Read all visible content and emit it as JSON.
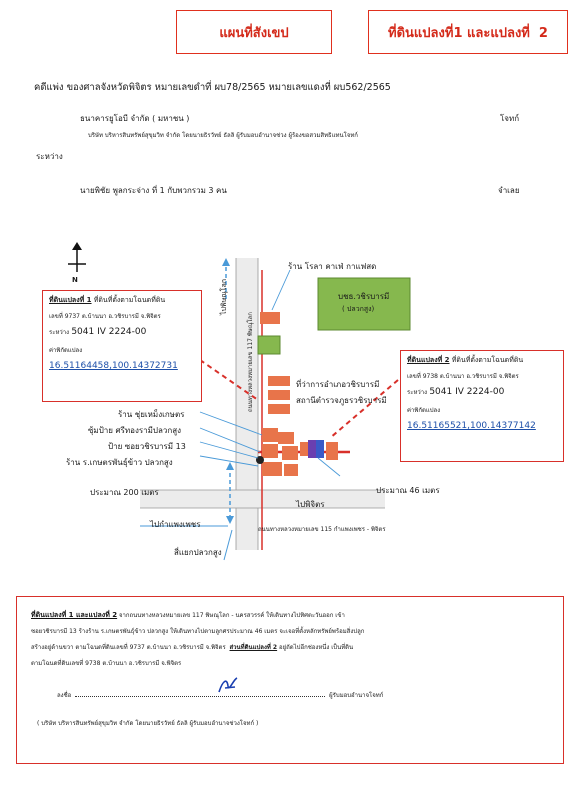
{
  "header": {
    "title_left": "แผนที่สังเขป",
    "title_right_pre": "ที่ดินแปลงที่",
    "title_right_n1": "1",
    "title_right_mid": "และแปลงที่",
    "title_right_n2": "2"
  },
  "case": {
    "line": "คดีแพ่ง  ของศาลจังหวัดพิจิตร  หมายเลขดำที่ ผบ78/2565  หมายเลขแดงที่ ผบ562/2565",
    "plaintiff_name": "ธนาคารยูโอบี  จำกัด  ( มหาชน )",
    "plaintiff_role": "โจทก์",
    "plaintiff_agent": "บริษัท บริหารสินทรัพย์สุขุมวิท จำกัด โดยนายธิรวัทย์ ธัลลิ ผู้รับมอบอำนาจช่วง  ผู้ร้องขอสวมสิทธิแทนโจทก์",
    "between": "ระหว่าง",
    "defendant_name": "นายพิชัย  พูลกระจ่าง  ที่ 1 กับพวกรวม  3  คน",
    "defendant_role": "จำเลย"
  },
  "map": {
    "north": "N",
    "road_vertical_label": "ถนนทางหลวงหมายเลข 117  พิษณุโลก",
    "to_phitsanulok": "ไปพิษณุโลก",
    "shop_top": "ร้าน  โรลา  คาเฟ่  กาแฟสด",
    "school_name": "บชธ.วชิรบารมี",
    "school_sub": "( ปลวกสูง)",
    "district_office_1": "ที่ว่าการอำเภอวชิรบารมี",
    "district_office_2": "สถานีตำรวจภูธรวชิรบารมี",
    "shop_a": "ร้าน  ชุ่ยเหม็งเกษตร",
    "sign_a": "ซุ้มป้าย  ศรีทองรามีปลวกสูง",
    "sign_b": "ป้าย  ซอยวชิรบารมี",
    "sign_b_num": "13",
    "shop_b": "ร้าน ร.เกษตรพันธุ์ข้าว  ปลวกสูง",
    "distance_200": "ประมาณ  200  เมตร",
    "distance_46": "ประมาณ 46  เมตร",
    "to_phichit": "ไปพิจิตร",
    "to_kamphaeng": "ไปกำแพงเพชร",
    "road_bottom": "ถนนทางหลวงหมายเลข 115  กำแพงเพชร - พิจิตร",
    "junction": "สี่แยกปลวกสูง"
  },
  "plot1": {
    "heading": "ที่ดินแปลงที่  1",
    "heading_rest": "  ที่ดินที่ตั้งตามโฉนดที่ดิน",
    "deed": "เลขที่ 9737  ต.บ้านนา  อ.วชิรบารมี  จ.พิจิตร",
    "between_label": "ระหว่าง",
    "sheet": "5041 IV 2224-00",
    "coord_label": "ค่าพิกัดแปลง",
    "coord": "16.51164458,100.14372731"
  },
  "plot2": {
    "heading": "ที่ดินแปลงที่  2",
    "heading_rest": "  ที่ดินที่ตั้งตามโฉนดที่ดิน",
    "deed": "เลขที่ 9738  ต.บ้านนา  อ.วชิรบารมี  จ.พิจิตร",
    "between_label": "ระหว่าง",
    "sheet": "5041 IV 2224-00",
    "coord_label": "ค่าพิกัดแปลง",
    "coord": "16.51165521,100.14377142"
  },
  "description": {
    "heading": "ที่ดินแปลงที่ 1 และแปลงที่ 2",
    "line1": "  จากถนนทางหลวงหมายเลข 117  พิษณุโลก - นครสวรรค์  ให้เดินทางไปทิศตะวันออก  เข้า",
    "line2": "ซอยวชิรบารมี  13  ร้างร้าน ร.เกษตรพันธุ์ข้าว ปลวกสูง  ให้เดินทางไปตามลูกศรประมาณ  46  เมตร  จะเจอที่ตั้งหลักทรัพย์พร้อมสิ่งปลูก",
    "line3_a": "สร้างอยู่ด้านขวา  ตามโฉนดที่ดินเลขที่    9737  ต.บ้านนา   อ.วชิรบารมี  จ.พิจิตร",
    "line3_b": "ส่วนที่ดินแปลงที่ 2",
    "line3_c": "  อยู่ถัดไปอีกช่องหนึ่ง  เป็นที่ดิน",
    "line4": "ตามโฉนดที่ดินเลขที่    9738  ต.บ้านนา   อ.วชิรบารมี  จ.พิจิตร",
    "sign_label": "ลงชื่อ",
    "sign_role": "ผู้รับมอบอำนาจโจทก์",
    "footer": "( บริษัท บริหารสินทรัพย์สุขุมวิท จำกัด  โดยนายธิรวัทย์  ธัลลิ  ผู้รับมอบอำนาจช่วงโจทก์ )"
  },
  "colors": {
    "red": "#d8302a",
    "building": "#e8744a",
    "green": "#7fb24a",
    "road": "#eaeaea",
    "blue_line": "#4a9ad8",
    "purple": "#6a3fb0"
  }
}
